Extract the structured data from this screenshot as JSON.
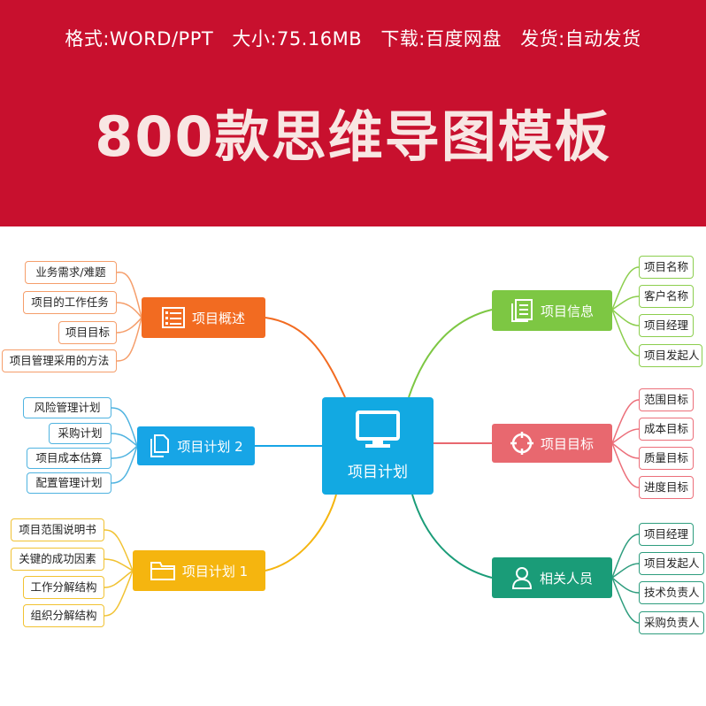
{
  "banner": {
    "info": [
      "格式:WORD/PPT",
      "大小:75.16MB",
      "下载:百度网盘",
      "发货:自动发货"
    ],
    "title": "800款思维导图模板"
  },
  "center": {
    "label": "项目计划",
    "icon": "monitor-icon",
    "color": "#12a9e2"
  },
  "branches": {
    "overview": {
      "label": "项目概述",
      "icon": "list-icon",
      "color": "#f26b21",
      "items": [
        "业务需求/难题",
        "项目的工作任务",
        "项目目标",
        "项目管理采用的方法"
      ]
    },
    "plan2": {
      "label": "项目计划 2",
      "icon": "documents-icon",
      "color": "#17a5e6",
      "items": [
        "风险管理计划",
        "采购计划",
        "项目成本估算",
        "配置管理计划"
      ]
    },
    "plan1": {
      "label": "项目计划 1",
      "icon": "folder-icon",
      "color": "#f5b50f",
      "items": [
        "项目范围说明书",
        "关键的成功因素",
        "工作分解结构",
        "组织分解结构"
      ]
    },
    "info": {
      "label": "项目信息",
      "icon": "document-icon",
      "color": "#7dc743",
      "items": [
        "项目名称",
        "客户名称",
        "项目经理",
        "项目发起人"
      ]
    },
    "goal": {
      "label": "项目目标",
      "icon": "target-icon",
      "color": "#e8686f",
      "items": [
        "范围目标",
        "成本目标",
        "质量目标",
        "进度目标"
      ]
    },
    "people": {
      "label": "相关人员",
      "icon": "person-icon",
      "color": "#1a9c78",
      "items": [
        "项目经理",
        "项目发起人",
        "技术负责人",
        "采购负责人"
      ]
    }
  }
}
